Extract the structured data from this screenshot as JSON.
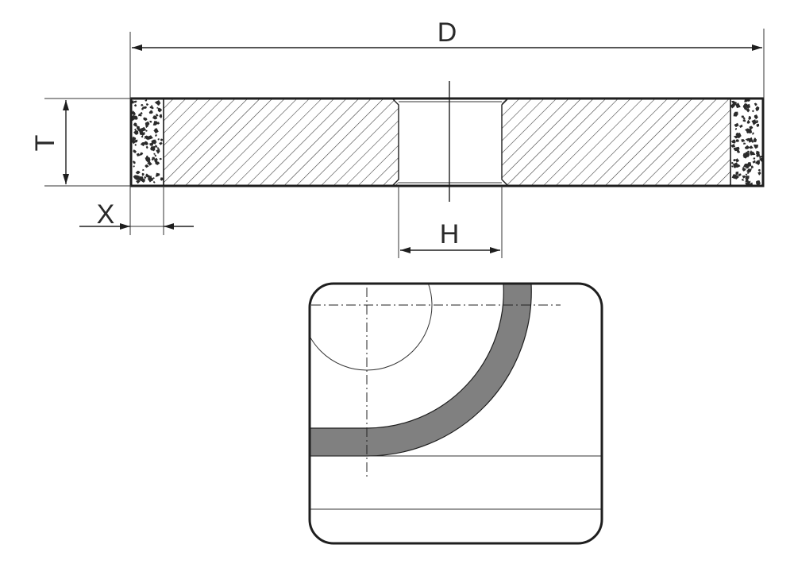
{
  "labels": {
    "diameter": "D",
    "thickness": "T",
    "abrasive_layer": "X",
    "bore": "H"
  },
  "colors": {
    "line": "#1e1e1e",
    "abrasive_band": "#808080",
    "hatch": "#333333",
    "grain_dark": "#2b2b2b"
  }
}
